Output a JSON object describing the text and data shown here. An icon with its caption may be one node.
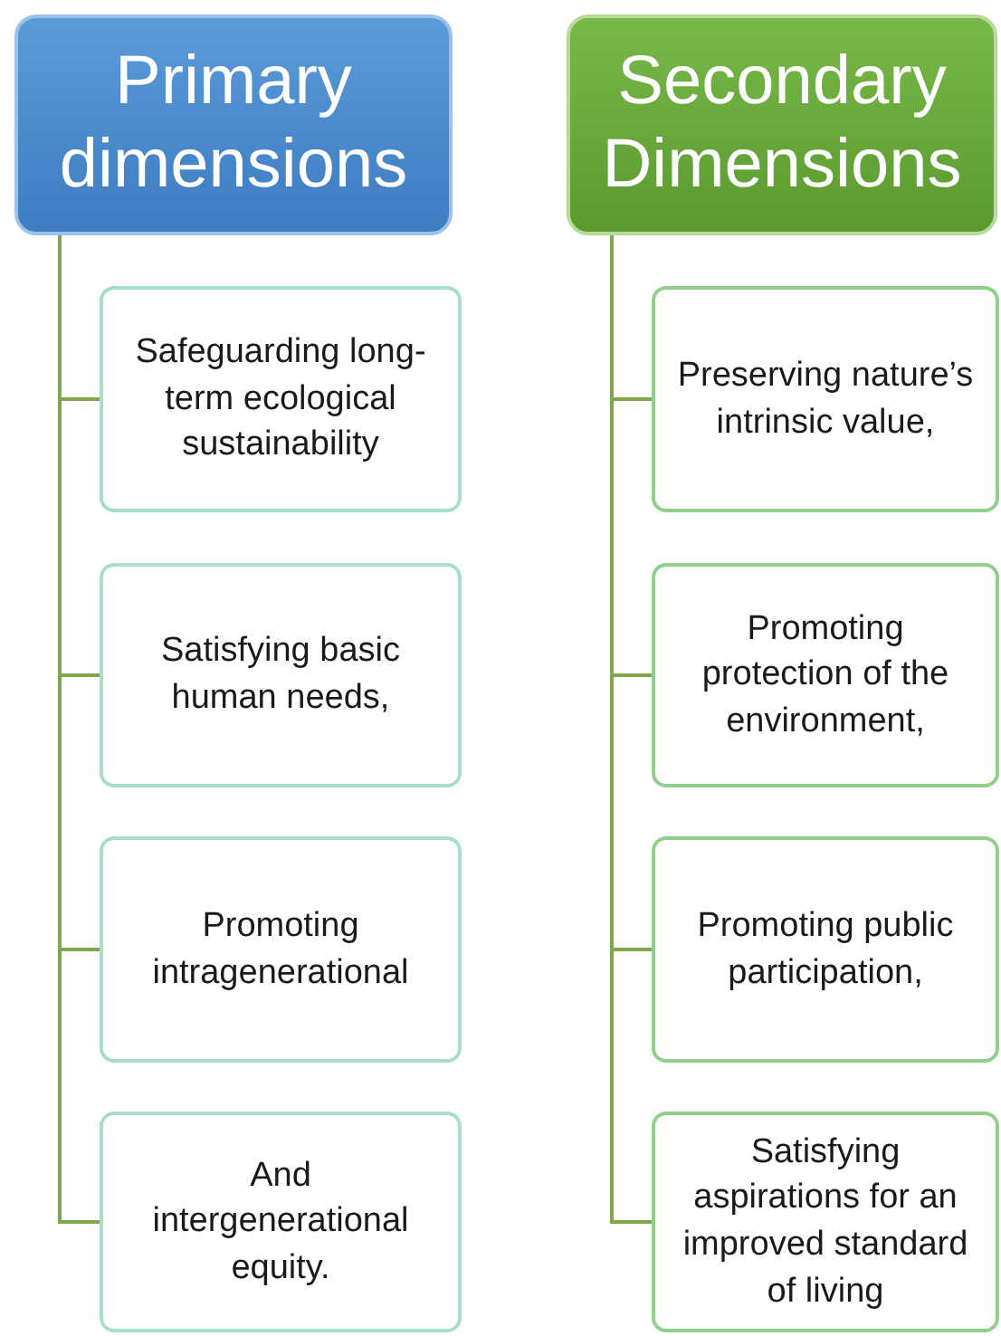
{
  "diagram": {
    "nodes": [
      {
        "text": [
          "Primary dimensions"
        ]
      },
      {
        "text": [
          "Safeguarding long-term ecological sustainability"
        ]
      },
      {
        "text": [
          "Satisfying basic human needs,"
        ]
      },
      {
        "text": [
          "Promoting intragenerational"
        ]
      },
      {
        "text": [
          "And intergenerational equity."
        ]
      },
      {
        "text": [
          "Secondary Dimensions"
        ]
      },
      {
        "text": [
          "Preserving nature’s intrinsic value,"
        ]
      },
      {
        "text": [
          "Promoting protection of the environment,"
        ]
      },
      {
        "text": [
          "Promoting public participation,"
        ]
      },
      {
        "text": [
          "Satisfying aspirations for an improved standard of living"
        ]
      }
    ],
    "edges": [
      {
        "from": 0,
        "to": 1,
        "arrow": "none"
      },
      {
        "from": 0,
        "to": 2,
        "arrow": "none"
      },
      {
        "from": 0,
        "to": 3,
        "arrow": "none"
      },
      {
        "from": 0,
        "to": 4,
        "arrow": "none"
      },
      {
        "from": 5,
        "to": 6,
        "arrow": "none"
      },
      {
        "from": 5,
        "to": 7,
        "arrow": "none"
      },
      {
        "from": 5,
        "to": 8,
        "arrow": "none"
      },
      {
        "from": 5,
        "to": 9,
        "arrow": "none"
      }
    ]
  }
}
